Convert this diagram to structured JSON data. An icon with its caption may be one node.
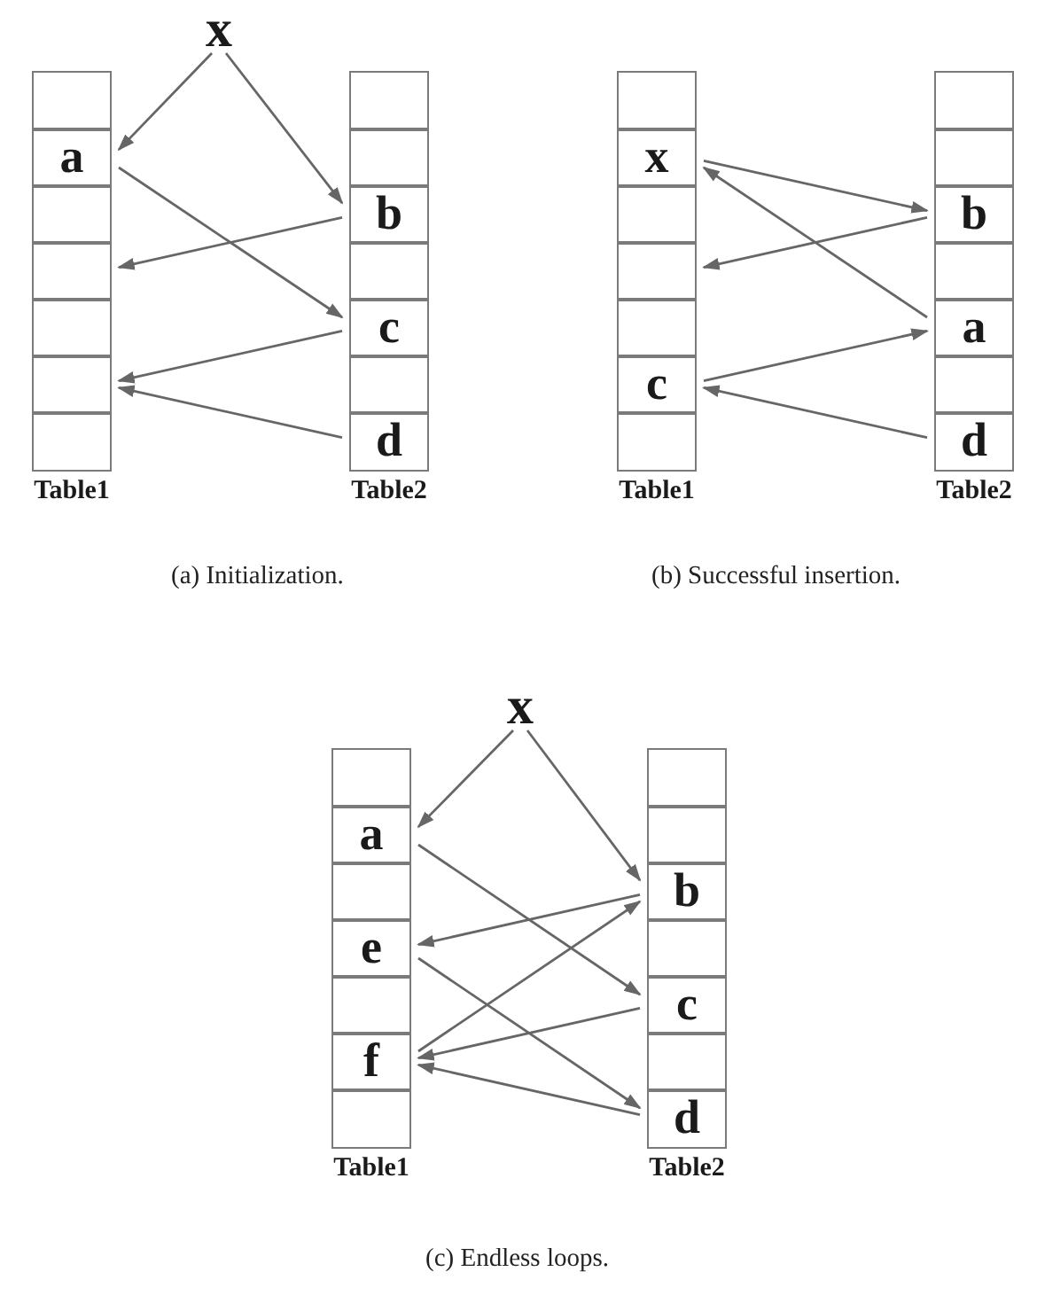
{
  "diagram": {
    "nodes": [
      {
        "text": [
          "x"
        ]
      },
      {
        "text": [
          "Table1"
        ]
      },
      {
        "text": [],
        "shape": "box",
        "in": 1
      },
      {
        "text": [
          "a"
        ],
        "in": 1
      },
      {
        "text": [],
        "shape": "box",
        "in": 1
      },
      {
        "text": [],
        "shape": "box",
        "in": 1
      },
      {
        "text": [],
        "shape": "box",
        "in": 1
      },
      {
        "text": [],
        "shape": "box",
        "in": 1
      },
      {
        "text": [],
        "shape": "box",
        "in": 1
      },
      {
        "text": [
          "Table2"
        ]
      },
      {
        "text": [],
        "shape": "box",
        "in": 9
      },
      {
        "text": [],
        "shape": "box",
        "in": 9
      },
      {
        "text": [
          "b"
        ],
        "in": 9
      },
      {
        "text": [],
        "shape": "box",
        "in": 9
      },
      {
        "text": [
          "c"
        ],
        "in": 9
      },
      {
        "text": [],
        "shape": "box",
        "in": 9
      },
      {
        "text": [
          "d"
        ],
        "in": 9
      },
      {
        "text": [
          "Table1"
        ]
      },
      {
        "text": [],
        "shape": "box",
        "in": 17
      },
      {
        "text": [
          "x"
        ],
        "in": 17
      },
      {
        "text": [],
        "shape": "box",
        "in": 17
      },
      {
        "text": [],
        "shape": "box",
        "in": 17
      },
      {
        "text": [],
        "shape": "box",
        "in": 17
      },
      {
        "text": [
          "c"
        ],
        "in": 17
      },
      {
        "text": [],
        "shape": "box",
        "in": 17
      },
      {
        "text": [
          "Table2"
        ]
      },
      {
        "text": [],
        "shape": "box",
        "in": 25
      },
      {
        "text": [],
        "shape": "box",
        "in": 25
      },
      {
        "text": [
          "b"
        ],
        "in": 25
      },
      {
        "text": [],
        "shape": "box",
        "in": 25
      },
      {
        "text": [
          "a"
        ],
        "in": 25
      },
      {
        "text": [],
        "shape": "box",
        "in": 25
      },
      {
        "text": [
          "d"
        ],
        "in": 25
      },
      {
        "text": [
          "x"
        ]
      },
      {
        "text": [
          "Table1"
        ]
      },
      {
        "text": [],
        "shape": "box",
        "in": 34
      },
      {
        "text": [
          "a"
        ],
        "in": 34
      },
      {
        "text": [],
        "shape": "box",
        "in": 34
      },
      {
        "text": [
          "e"
        ],
        "in": 34
      },
      {
        "text": [],
        "shape": "box",
        "in": 34
      },
      {
        "text": [
          "f"
        ],
        "in": 34
      },
      {
        "text": [],
        "shape": "box",
        "in": 34
      },
      {
        "text": [
          "Table2"
        ]
      },
      {
        "text": [],
        "shape": "box",
        "in": 42
      },
      {
        "text": [],
        "shape": "box",
        "in": 42
      },
      {
        "text": [
          "b"
        ],
        "in": 42
      },
      {
        "text": [],
        "shape": "box",
        "in": 42
      },
      {
        "text": [
          "c"
        ],
        "in": 42
      },
      {
        "text": [],
        "shape": "box",
        "in": 42
      },
      {
        "text": [
          "d"
        ],
        "in": 42
      }
    ],
    "edges": [
      {
        "from": 0,
        "to": 3,
        "arrow": "to"
      },
      {
        "from": 0,
        "to": 12,
        "arrow": "to"
      },
      {
        "from": 3,
        "to": 14,
        "arrow": "to"
      },
      {
        "from": 12,
        "to": 5,
        "arrow": "to"
      },
      {
        "from": 14,
        "to": 7,
        "arrow": "to"
      },
      {
        "from": 16,
        "to": 7,
        "arrow": "to"
      },
      {
        "from": 19,
        "to": 28,
        "arrow": "to"
      },
      {
        "from": 28,
        "to": 21,
        "arrow": "to"
      },
      {
        "from": 30,
        "to": 19,
        "arrow": "to"
      },
      {
        "from": 23,
        "to": 30,
        "arrow": "to"
      },
      {
        "from": 32,
        "to": 23,
        "arrow": "to"
      },
      {
        "from": 33,
        "to": 36,
        "arrow": "to"
      },
      {
        "from": 33,
        "to": 45,
        "arrow": "to"
      },
      {
        "from": 36,
        "to": 47,
        "arrow": "to"
      },
      {
        "from": 45,
        "to": 38,
        "arrow": "to"
      },
      {
        "from": 38,
        "to": 49,
        "arrow": "to"
      },
      {
        "from": 40,
        "to": 45,
        "arrow": "to"
      },
      {
        "from": 47,
        "to": 40,
        "arrow": "to"
      },
      {
        "from": 49,
        "to": 40,
        "arrow": "to"
      }
    ],
    "labels": [
      "(a) Initialization.",
      "(b) Successful insertion.",
      "(c) Endless loops."
    ]
  }
}
